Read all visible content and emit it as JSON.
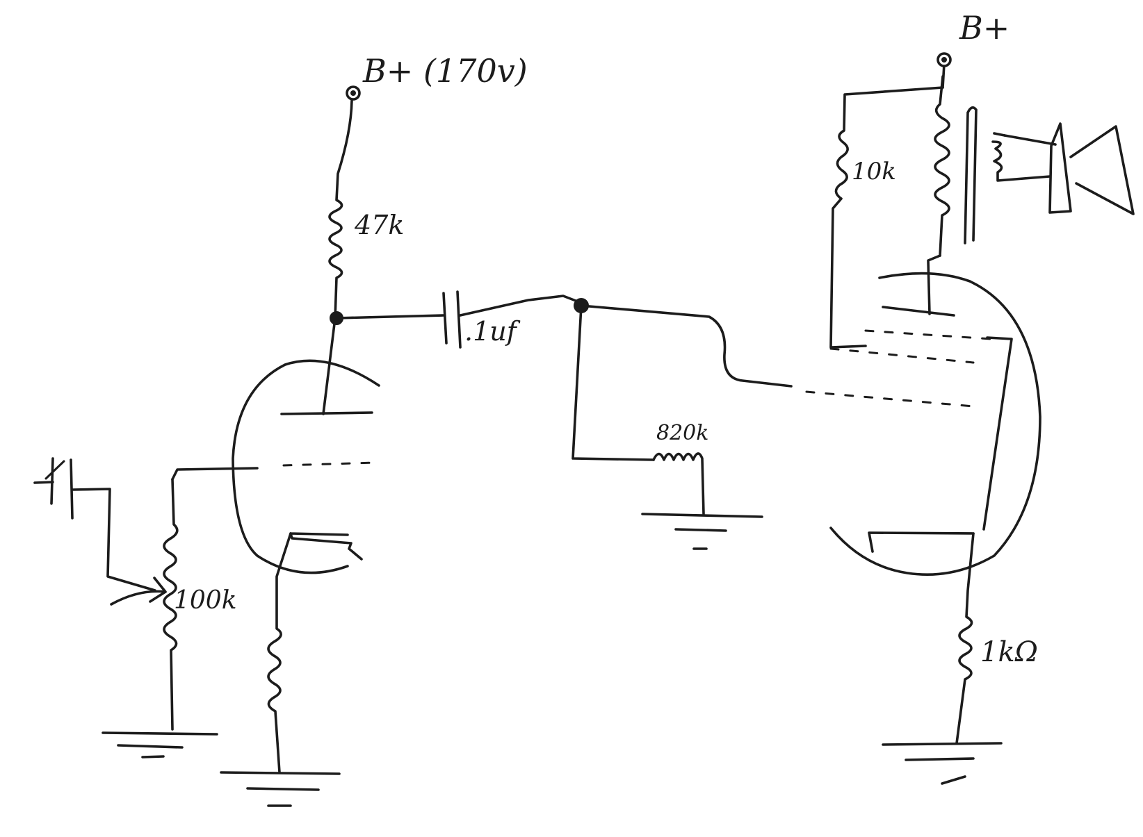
{
  "labels": {
    "bplus_170v": "B+ (170v)",
    "bplus_right": "B+",
    "r_plate": "47k",
    "coupling_cap": ".1uf",
    "r_grid": "820k",
    "r_input_pot": "100k",
    "r_screen": "10k",
    "r_cathode": "1kΩ"
  }
}
